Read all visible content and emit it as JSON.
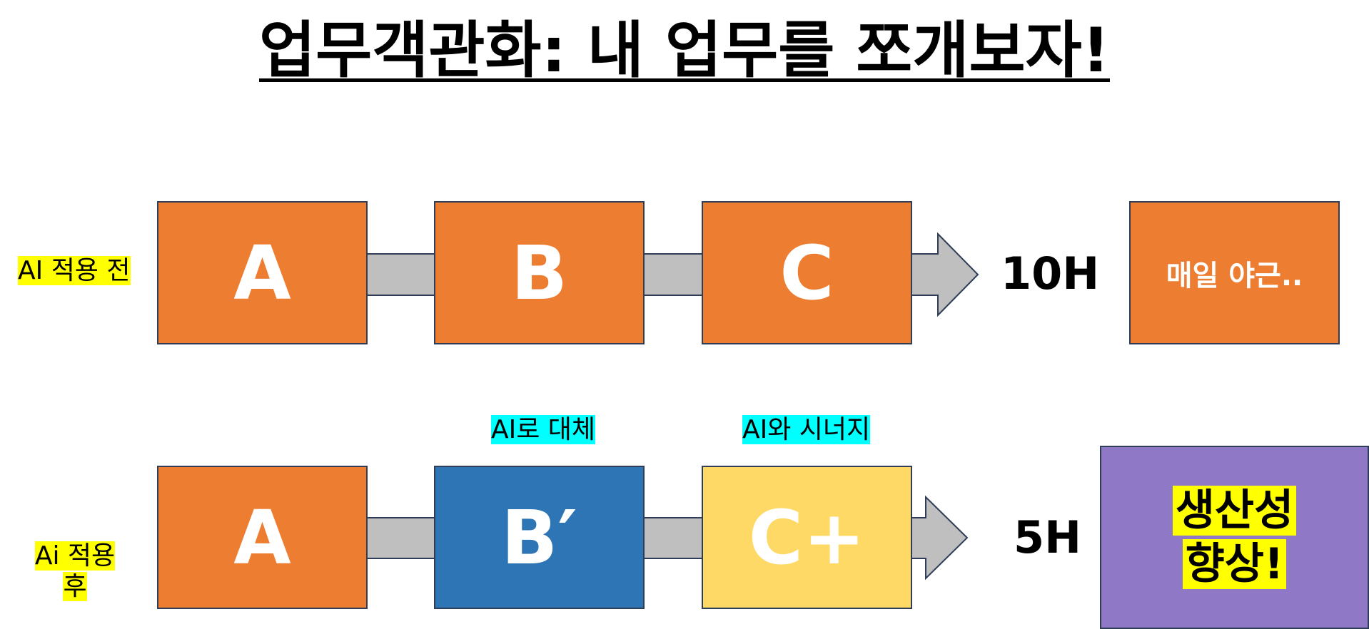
{
  "title": "업무객관화: 내 업무를 쪼개보자!",
  "before": {
    "row_label": "AI 적용 전",
    "steps": [
      {
        "label": "A"
      },
      {
        "label": "B"
      },
      {
        "label": "C"
      }
    ],
    "hours": "10H",
    "result": "매일 야근.."
  },
  "after": {
    "row_label_line1": "Ai 적용",
    "row_label_line2": "후",
    "steps": [
      {
        "label": "A"
      },
      {
        "label": "B′",
        "tag": "AI로 대체"
      },
      {
        "label": "C+",
        "tag": "AI와 시너지"
      }
    ],
    "hours": "5H",
    "result_line1": "생산성",
    "result_line2": "향상!"
  },
  "colors": {
    "orange": "#ed7d31",
    "blue": "#2e75b6",
    "gold": "#ffd966",
    "purple": "#8f79c6",
    "arrow_gray": "#bfbfbf",
    "highlight_yellow": "#ffff00",
    "highlight_cyan": "#00ffff"
  }
}
